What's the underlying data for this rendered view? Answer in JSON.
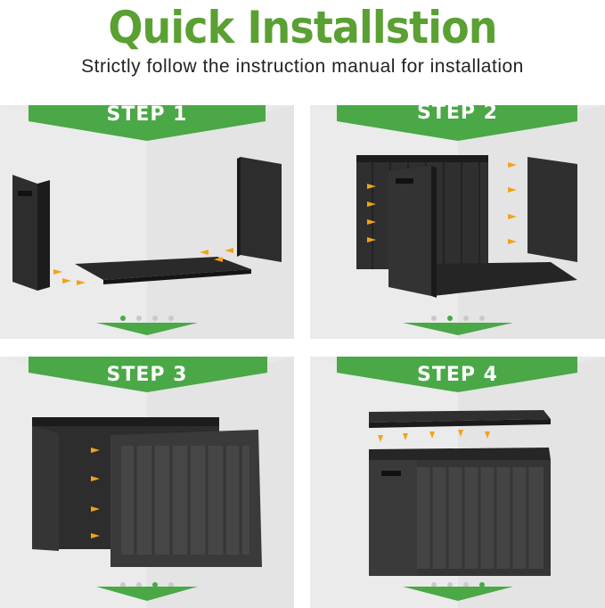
{
  "header": {
    "title": "Quick Installstion",
    "subtitle": "Strictly follow the instruction manual for installation"
  },
  "colors": {
    "accent_green": "#4aa847",
    "title_green": "#5aa032",
    "arrow_orange": "#f2a31b",
    "panel_grey": "#e9e9e9",
    "product_dark": "#2b2b2b"
  },
  "steps": [
    {
      "label": "STEP 1",
      "active_dot": 1
    },
    {
      "label": "STEP 2",
      "active_dot": 2
    },
    {
      "label": "STEP 3",
      "active_dot": 3
    },
    {
      "label": "STEP 4",
      "active_dot": 4
    }
  ]
}
